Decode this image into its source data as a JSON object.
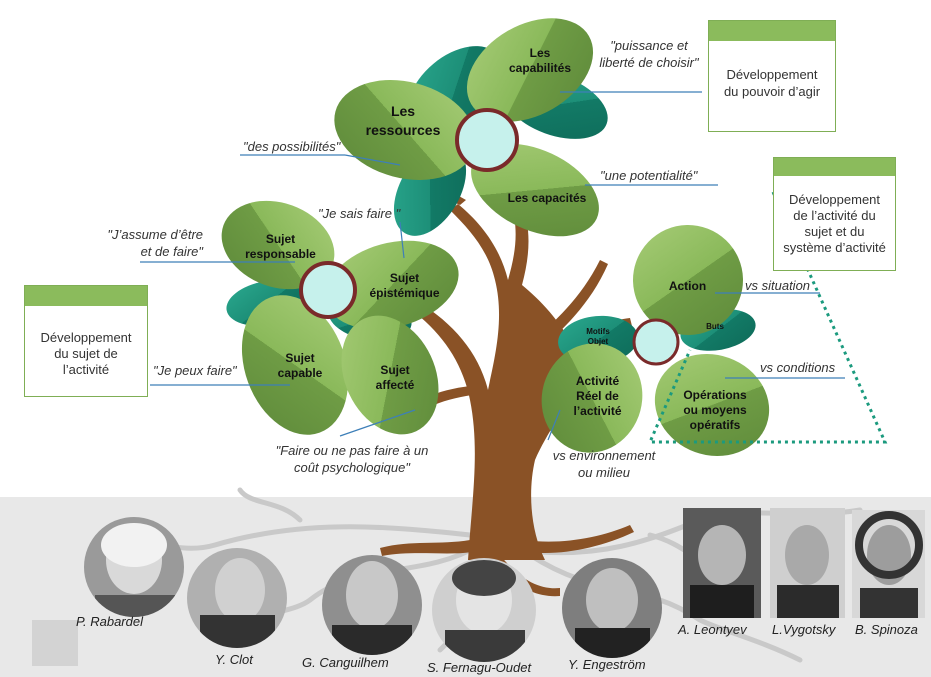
{
  "boxes": {
    "pouvoir_agir": {
      "line1": "Développement",
      "line2": "du pouvoir d’agir"
    },
    "activite": {
      "line1": "Développement",
      "line2": "de l’activité du",
      "line3": "sujet et du",
      "line4": "système d’activité"
    },
    "sujet": {
      "line1": "Développement",
      "line2": "du sujet de",
      "line3": "l’activité"
    }
  },
  "top_flower": {
    "capabilites": {
      "l1": "Les",
      "l2": "capabilités"
    },
    "ressources": {
      "l1": "Les",
      "l2": "ressources"
    },
    "capacites": "Les capacités"
  },
  "left_flower": {
    "responsable": {
      "l1": "Sujet",
      "l2": "responsable"
    },
    "epistemique": {
      "l1": "Sujet",
      "l2": "épistémique"
    },
    "capable": {
      "l1": "Sujet",
      "l2": "capable"
    },
    "affecte": {
      "l1": "Sujet",
      "l2": "affecté"
    }
  },
  "right_flower": {
    "action": "Action",
    "motifs": {
      "l1": "Motifs",
      "l2": "Objet"
    },
    "buts": "Buts",
    "activite": {
      "l1": "Activité",
      "l2": "Réel de",
      "l3": "l’activité"
    },
    "operations": {
      "l1": "Opérations",
      "l2": "ou moyens",
      "l3": "opératifs"
    }
  },
  "quotes": {
    "puissance": {
      "l1": "\"puissance et",
      "l2": "liberté de choisir\""
    },
    "possibilites": "\"des possibilités\"",
    "potentialite": "\"une potentialité\"",
    "je_sais": "\"Je sais faire \"",
    "j_assume": {
      "l1": "\"J’assume d’être",
      "l2": "et de faire\""
    },
    "je_peux": "\"Je peux faire\"",
    "faire_ou_ne_pas": {
      "l1": "\"Faire ou ne pas faire à un",
      "l2": "coût psychologique\""
    },
    "vs_situation": "vs situation",
    "vs_conditions": "vs conditions",
    "vs_environnement": {
      "l1": "vs environnement",
      "l2": "ou milieu"
    }
  },
  "people": {
    "rabardel": "P. Rabardel",
    "clot": "Y. Clot",
    "canguilhem": "G. Canguilhem",
    "fernagu": "S. Fernagu-Oudet",
    "engestrom": "Y. Engeström",
    "leontyev": "A. Leontyev",
    "vygotsky": "L.Vygotsky",
    "spinoza": "B. Spinoza"
  },
  "colors": {
    "leaf_dark": "#6d9a45",
    "leaf_light": "#93bf63",
    "leaf_teal": "#1f8f7a",
    "center_fill": "#c6f1ec",
    "center_ring": "#7a2a2a",
    "trunk": "#8a5226",
    "ground": "#e9e9e9",
    "box_border": "#7fae55",
    "box_bar": "#8bbb5c",
    "dotted": "#1b9a7e"
  }
}
